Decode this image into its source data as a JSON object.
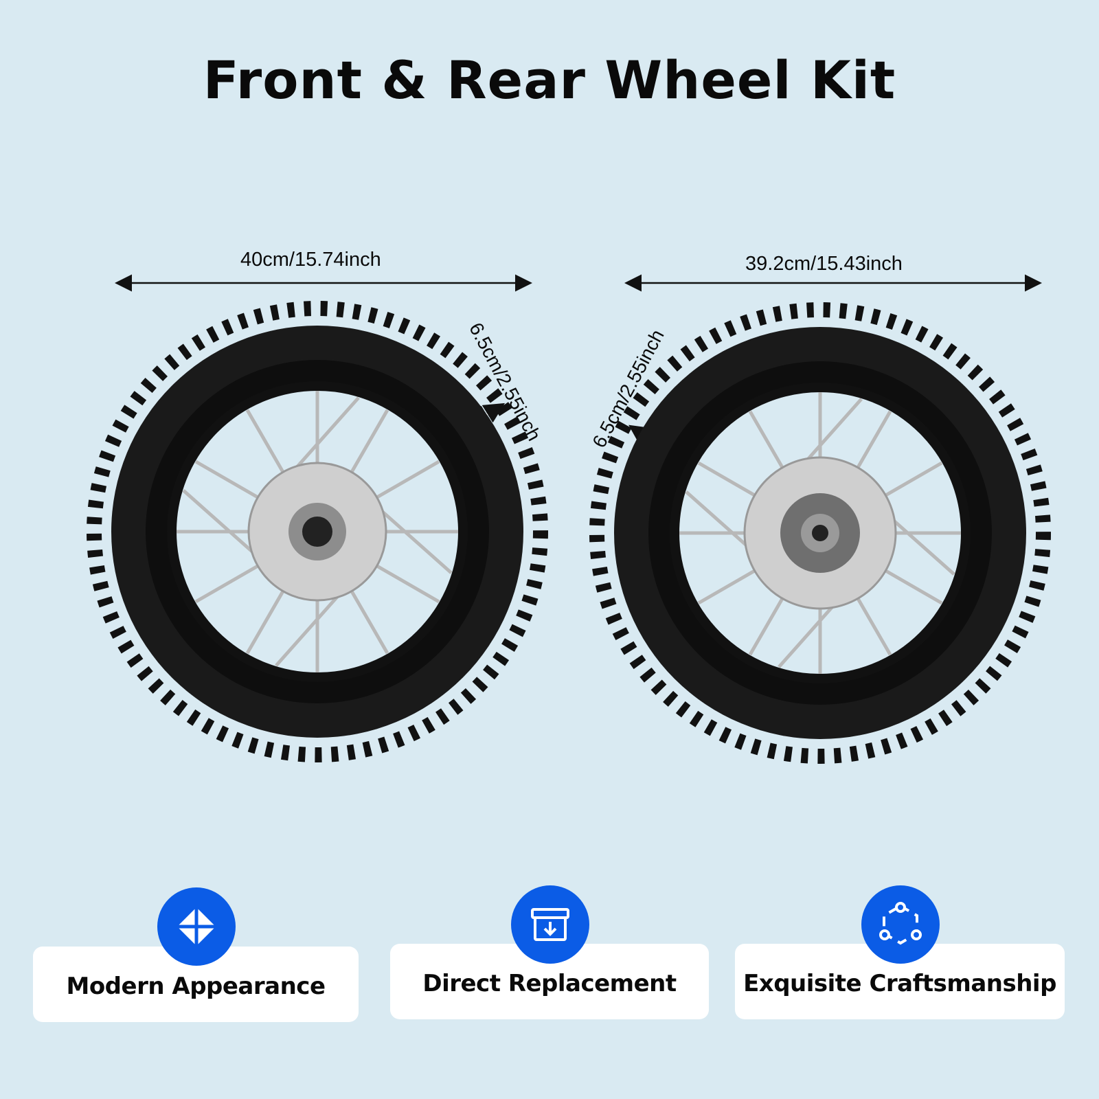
{
  "title": "Front & Rear Wheel Kit",
  "front_wheel": {
    "width_label": "40cm/15.74inch",
    "tire_width_label": "6.5cm/2.55inch"
  },
  "rear_wheel": {
    "width_label": "39.2cm/15.43inch",
    "tire_width_label": "6.5cm/2.55inch"
  },
  "features": [
    {
      "label": "Modern Appearance",
      "icon": "diamond-split-icon"
    },
    {
      "label": "Direct Replacement",
      "icon": "box-download-icon"
    },
    {
      "label": "Exquisite Craftsmanship",
      "icon": "hexagon-nodes-icon"
    }
  ],
  "colors": {
    "background": "#d9eaf2",
    "accent": "#0b5ce6",
    "card": "#ffffff",
    "text": "#0a0a0a"
  }
}
